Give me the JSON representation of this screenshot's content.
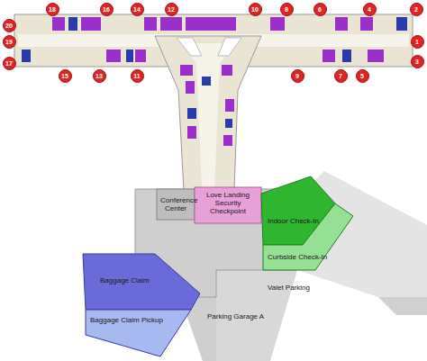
{
  "diagram": {
    "nodes": [
      {
        "text": [
          "18"
        ]
      },
      {
        "text": [
          "16"
        ]
      },
      {
        "text": [
          "14"
        ]
      },
      {
        "text": [
          "12"
        ]
      },
      {
        "text": [
          "10"
        ]
      },
      {
        "text": [
          "8"
        ]
      },
      {
        "text": [
          "6"
        ]
      },
      {
        "text": [
          "4"
        ]
      },
      {
        "text": [
          "2"
        ]
      },
      {
        "text": [
          "20"
        ]
      },
      {
        "text": [
          "19"
        ]
      },
      {
        "text": [
          "1"
        ]
      },
      {
        "text": [
          "3"
        ]
      },
      {
        "text": [
          "17"
        ]
      },
      {
        "text": [
          "15"
        ]
      },
      {
        "text": [
          "13"
        ]
      },
      {
        "text": [
          "11"
        ]
      },
      {
        "text": [
          "9"
        ]
      },
      {
        "text": [
          "7"
        ]
      },
      {
        "text": [
          "5"
        ]
      },
      {
        "text": [
          "Conference Center"
        ]
      },
      {
        "text": [
          "Love Landing",
          "Security Checkpoint"
        ]
      },
      {
        "text": [
          "Indoor Check-In"
        ]
      },
      {
        "text": [
          "Curbside Check-In"
        ]
      },
      {
        "text": [
          "Baggage Claim"
        ]
      },
      {
        "text": [
          "Baggage Claim Pickup"
        ]
      }
    ],
    "labels": [
      "Valet Parking",
      "Parking Garage A"
    ]
  }
}
